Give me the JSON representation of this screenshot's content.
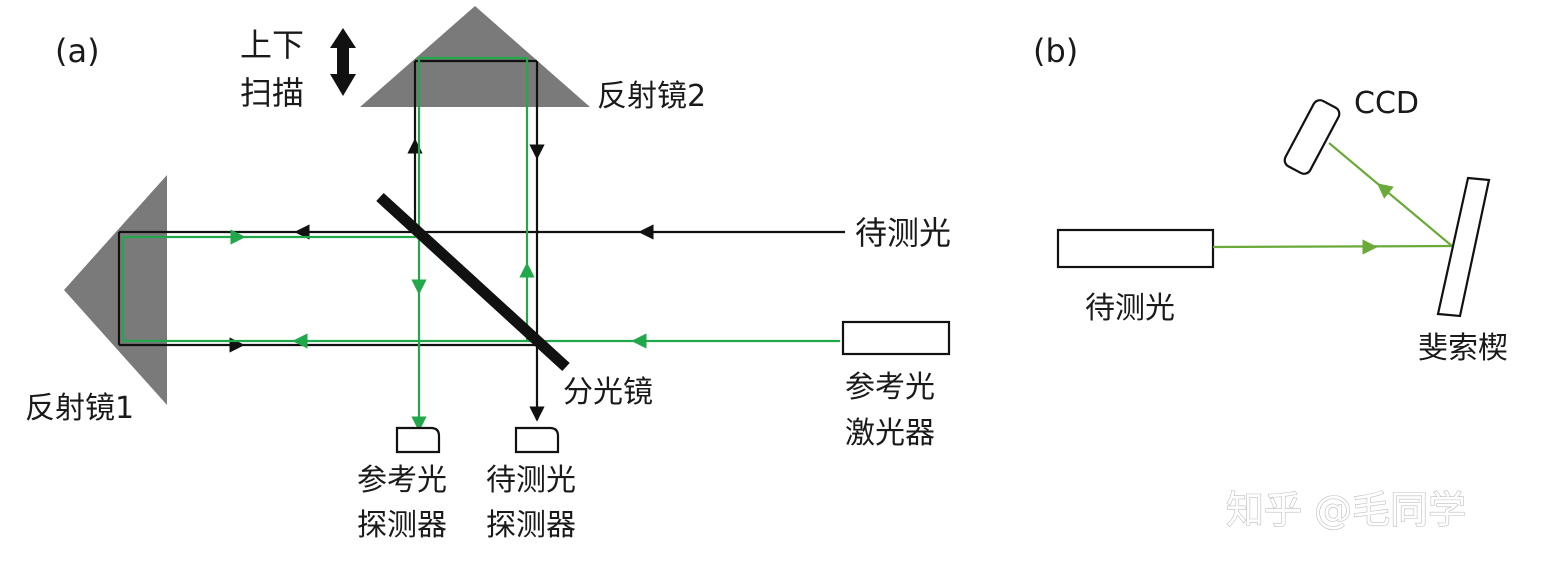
{
  "panel_a": {
    "label": "(a)",
    "scan_label_line1": "上下",
    "scan_label_line2": "扫描",
    "mirror2_label": "反射镜2",
    "mirror1_label": "反射镜1",
    "signal_light_label": "待测光",
    "beamsplitter_label": "分光镜",
    "ref_laser_label_line1": "参考光",
    "ref_laser_label_line2": "激光器",
    "ref_detector_label_line1": "参考光",
    "ref_detector_label_line2": "探测器",
    "signal_detector_label_line1": "待测光",
    "signal_detector_label_line2": "探测器"
  },
  "panel_b": {
    "label": "(b)",
    "ccd_label": "CCD",
    "source_label": "待测光",
    "wedge_label": "斐索楔"
  },
  "watermark": "知乎 @毛同学",
  "colors": {
    "green_beam": "#22a84a",
    "green_beam_b": "#6aaa3a",
    "black_beam": "#111111",
    "mirror_gray": "#7a7a7a"
  }
}
